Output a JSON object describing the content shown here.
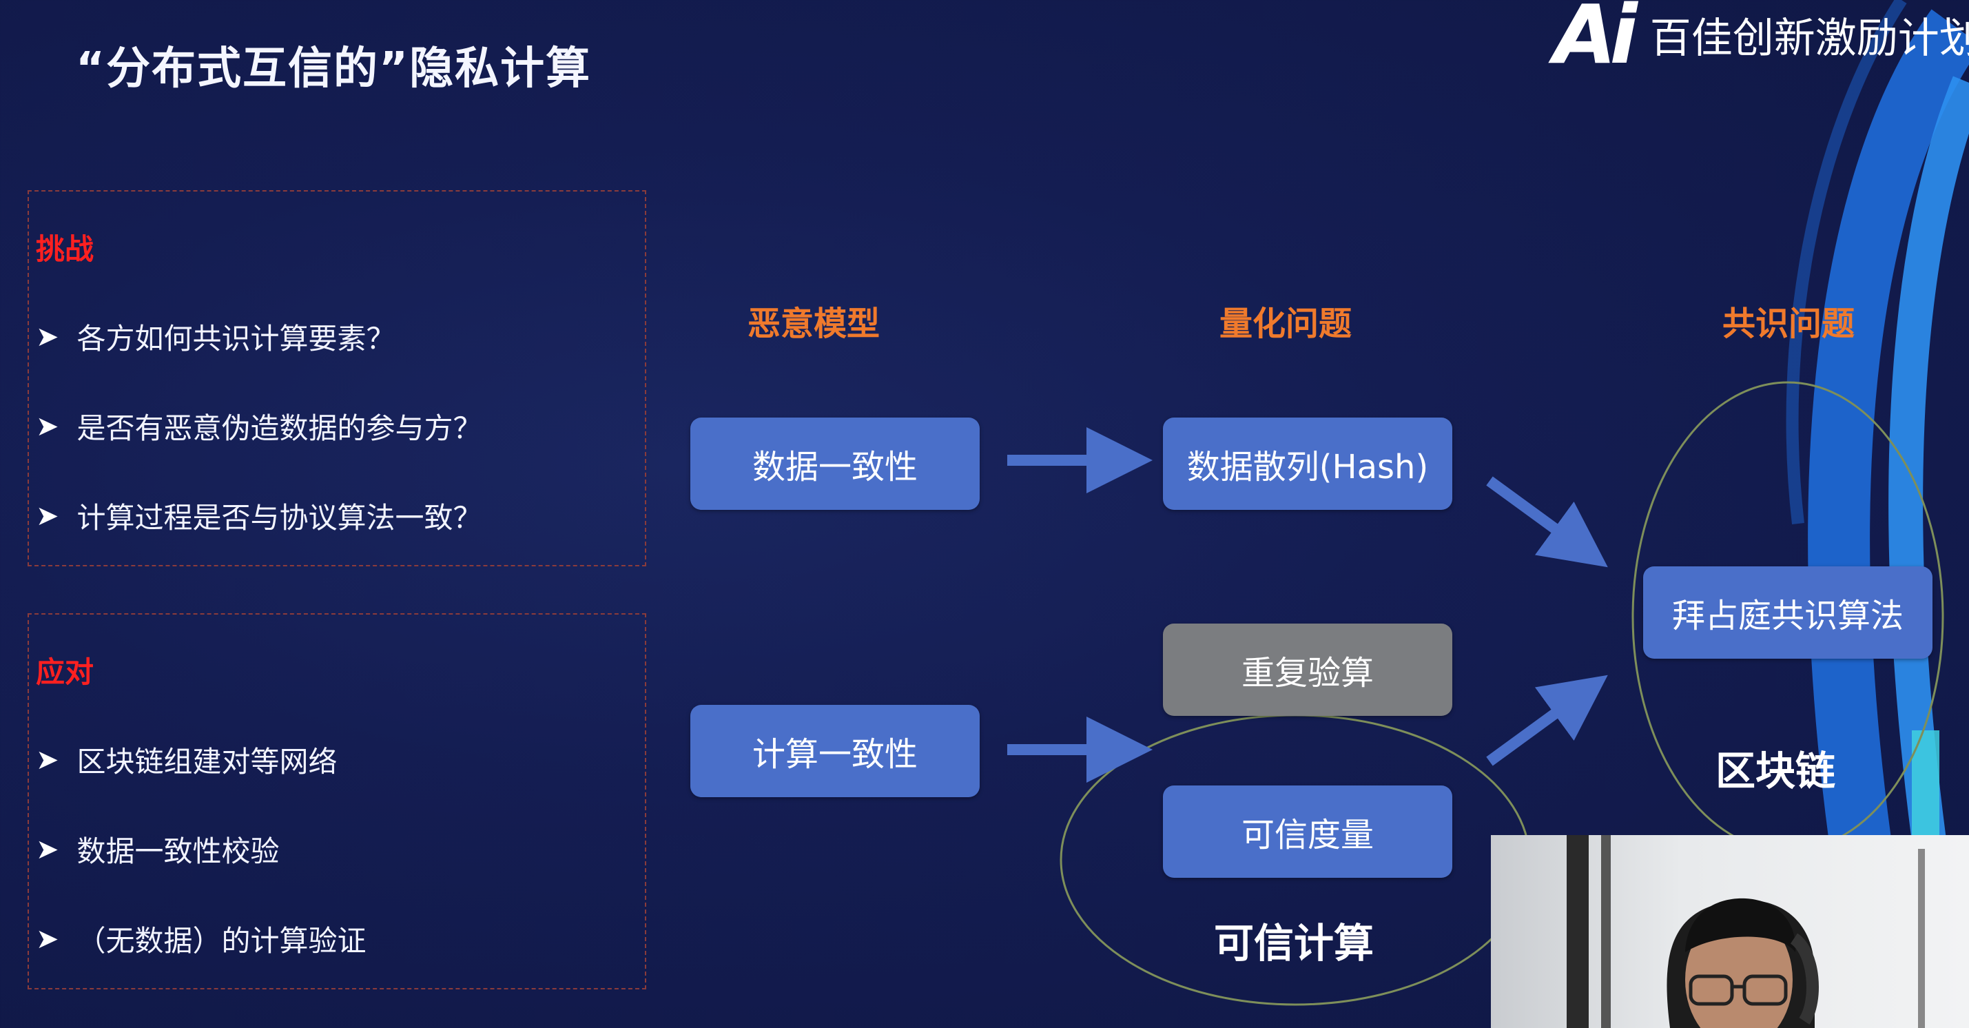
{
  "slide": {
    "title": "“分布式互信的”隐私计算",
    "brand": {
      "logo": "Ai",
      "text": "百佳创新激励计划"
    }
  },
  "challenge_panel": {
    "heading": "挑战",
    "items": [
      "各方如何共识计算要素？",
      "是否有恶意伪造数据的参与方？",
      "计算过程是否与协议算法一致？"
    ]
  },
  "response_panel": {
    "heading": "应对",
    "items": [
      "区块链组建对等网络",
      "数据一致性校验",
      "（无数据）的计算验证"
    ]
  },
  "diagram": {
    "column_headers": [
      "恶意模型",
      "量化问题",
      "共识问题"
    ],
    "boxes": {
      "data_consistency": "数据一致性",
      "compute_consistency": "计算一致性",
      "data_hash": "数据散列(Hash)",
      "recompute": "重复验算",
      "trust_metric": "可信度量",
      "byzantine": "拜占庭共识算法"
    },
    "labels": {
      "trusted_computing": "可信计算",
      "blockchain": "区块链"
    }
  },
  "colors": {
    "background": "#141d52",
    "box_blue": "#4a6fc9",
    "box_gray": "#7b7d80",
    "header_orange": "#f07a2c",
    "heading_red": "#ff2020"
  },
  "icons": [
    "bullet-arrow-icon",
    "right-arrow-icon",
    "diagonal-arrow-icon",
    "brand-logo-icon"
  ]
}
